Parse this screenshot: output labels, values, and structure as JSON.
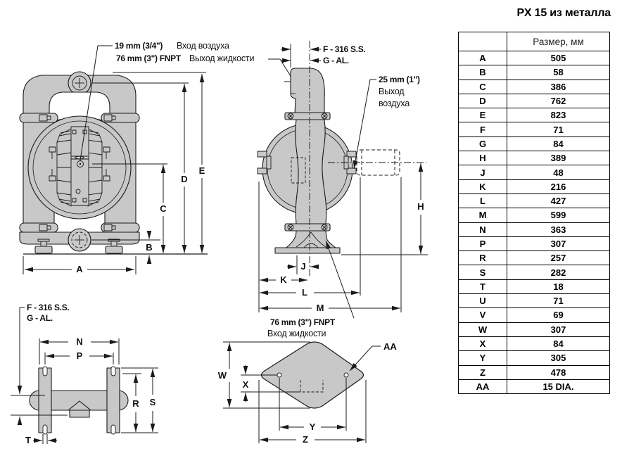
{
  "title": "PX 15 из металла",
  "table": {
    "size_header": "Размер, мм",
    "rows": [
      {
        "dim": "A",
        "value": "505"
      },
      {
        "dim": "B",
        "value": "58"
      },
      {
        "dim": "C",
        "value": "386"
      },
      {
        "dim": "D",
        "value": "762"
      },
      {
        "dim": "E",
        "value": "823"
      },
      {
        "dim": "F",
        "value": "71"
      },
      {
        "dim": "G",
        "value": "84"
      },
      {
        "dim": "H",
        "value": "389"
      },
      {
        "dim": "J",
        "value": "48"
      },
      {
        "dim": "K",
        "value": "216"
      },
      {
        "dim": "L",
        "value": "427"
      },
      {
        "dim": "M",
        "value": "599"
      },
      {
        "dim": "N",
        "value": "363"
      },
      {
        "dim": "P",
        "value": "307"
      },
      {
        "dim": "R",
        "value": "257"
      },
      {
        "dim": "S",
        "value": "282"
      },
      {
        "dim": "T",
        "value": "18"
      },
      {
        "dim": "U",
        "value": "71"
      },
      {
        "dim": "V",
        "value": "69"
      },
      {
        "dim": "W",
        "value": "307"
      },
      {
        "dim": "X",
        "value": "84"
      },
      {
        "dim": "Y",
        "value": "305"
      },
      {
        "dim": "Z",
        "value": "478"
      },
      {
        "dim": "AA",
        "value": "15 DIA."
      }
    ]
  },
  "callouts": {
    "air_inlet_bold": "19 mm (3/4\")",
    "air_inlet_text": "Вход воздуха",
    "fluid_outlet_bold": "76 mm (3\") FNPT",
    "fluid_outlet_text": "Выход жидкости",
    "air_exhaust_bold": "25 mm (1\")",
    "air_exhaust_line1": "Выход",
    "air_exhaust_line2": "воздуха",
    "fluid_inlet_bold": "76 mm (3\") FNPT",
    "fluid_inlet_text": "Вход жидкости",
    "material_f": "F - 316 S.S.",
    "material_g": "G - AL."
  },
  "dims": {
    "A": "A",
    "B": "B",
    "C": "C",
    "D": "D",
    "E": "E",
    "H": "H",
    "J": "J",
    "K": "K",
    "L": "L",
    "M": "M",
    "N": "N",
    "P": "P",
    "R": "R",
    "S": "S",
    "T": "T",
    "W": "W",
    "X": "X",
    "Y": "Y",
    "Z": "Z",
    "AA": "AA"
  },
  "colors": {
    "body_fill": "#c8c8c8",
    "line": "#1a1a1a"
  }
}
